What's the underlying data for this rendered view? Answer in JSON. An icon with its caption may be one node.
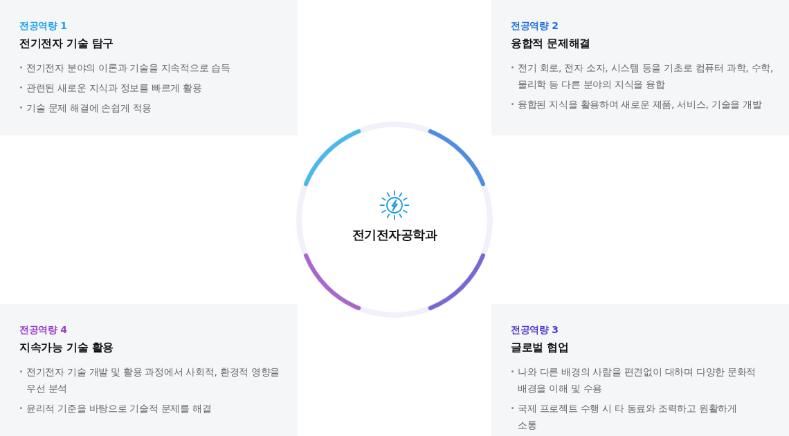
{
  "diagram": {
    "nodes": [
      {
        "text": [
          "전공역량 1",
          "전기전자 기술 탐구",
          "전기전자 분야의 이론과 기술을 지속적으로 습득",
          "관련된 새로운 지식과 정보를 빠르게 활용",
          "기술 문제 해결에 손쉽게 적용"
        ]
      },
      {
        "text": [
          "전공역량 2",
          "융합적 문제해결",
          "전기 회로, 전자 소자, 시스템 등을 기초로 컴퓨터 과학, 수학, 물리학 등 다른 분야의 지식을 융합",
          "융합된 지식을 활용하여 새로운 제품, 서비스, 기술을 개발"
        ]
      },
      {
        "text": [
          "전기전자공학과"
        ]
      },
      {
        "text": [
          "전공역량 4",
          "지속가능 기술 활용",
          "전기전자 기술 개발 및 활용 과정에서 사회적, 환경적 영향을 우선 분석",
          "윤리적 기준을 바탕으로 기술적 문제를 해결"
        ]
      },
      {
        "text": [
          "전공역량 3",
          "글로벌 협업",
          "나와 다른 배경의 사람을 편견없이 대하며 다양한 문화적 배경을 이해 및 수용",
          "국제 프로젝트 수행 시 타 동료와 조력하고 원활하게 소통"
        ]
      }
    ]
  }
}
